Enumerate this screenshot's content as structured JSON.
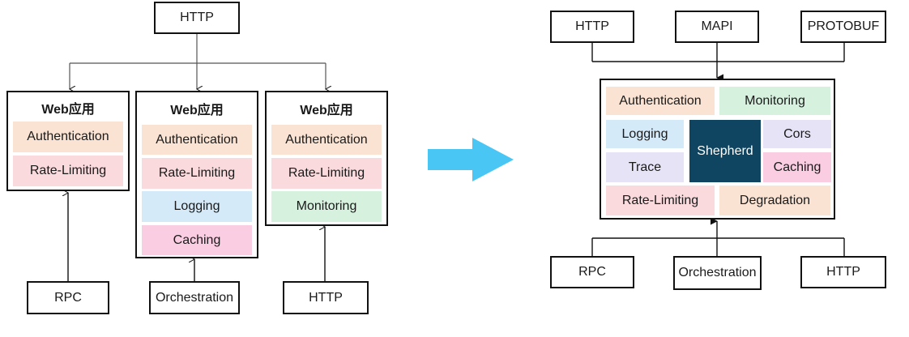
{
  "left": {
    "top_source": "HTTP",
    "apps": [
      {
        "title": "Web应用",
        "modules": [
          "Authentication",
          "Rate-Limiting"
        ]
      },
      {
        "title": "Web应用",
        "modules": [
          "Authentication",
          "Rate-Limiting",
          "Logging",
          "Caching"
        ]
      },
      {
        "title": "Web应用",
        "modules": [
          "Authentication",
          "Rate-Limiting",
          "Monitoring"
        ]
      }
    ],
    "bottom_sources": [
      "RPC",
      "Orchestration",
      "HTTP"
    ]
  },
  "arrow_color": "#4ac6f5",
  "right": {
    "top_sources": [
      "HTTP",
      "MAPI",
      "PROTOBUF"
    ],
    "gateway": {
      "authentication": "Authentication",
      "monitoring": "Monitoring",
      "logging": "Logging",
      "shepherd": "Shepherd",
      "cors": "Cors",
      "trace": "Trace",
      "caching": "Caching",
      "rate_limiting": "Rate-Limiting",
      "degradation": "Degradation"
    },
    "bottom_sources": [
      "RPC",
      "Orchestration",
      "HTTP"
    ]
  },
  "colors": {
    "authentication": "#fbe3d3",
    "rate_limiting": "#fadadd",
    "logging": "#d5eaf9",
    "caching": "#fbcde2",
    "monitoring": "#d7f1df",
    "cors": "#e6e3f7",
    "shepherd": "#0f4560"
  }
}
